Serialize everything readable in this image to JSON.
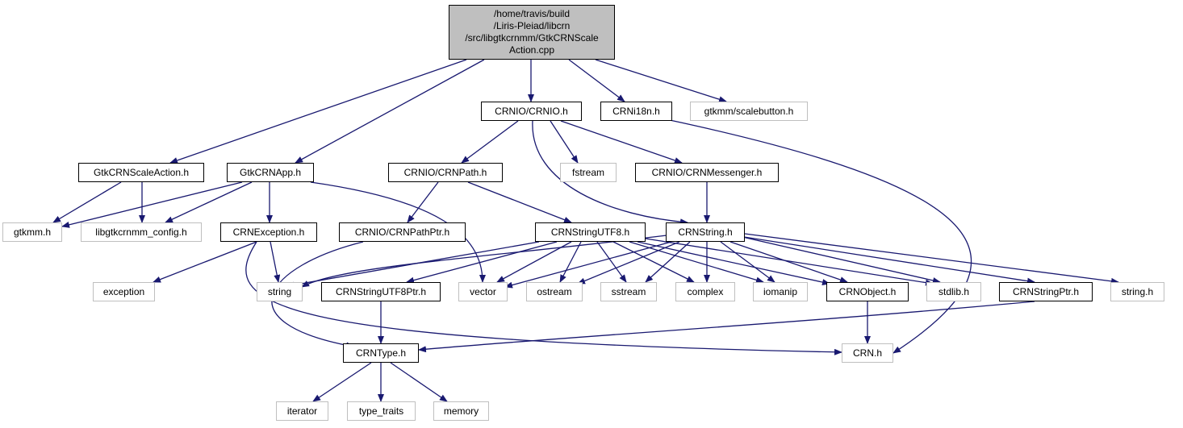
{
  "colors": {
    "edge": "#191970",
    "local_border": "#000000",
    "external_border": "#bfbfbf",
    "root_fill": "#bfbfbf"
  },
  "root": {
    "lines": [
      "/home/travis/build",
      "/Liris-Pleiad/libcrn",
      "/src/libgtkcrnmm/GtkCRNScale",
      "Action.cpp"
    ]
  },
  "nodes": {
    "crnio_h": "CRNIO/CRNIO.h",
    "crni18n_h": "CRNi18n.h",
    "gtkmm_scalebutton_h": "gtkmm/scalebutton.h",
    "gtkcrnscaleaction_h": "GtkCRNScaleAction.h",
    "gtkcrnapp_h": "GtkCRNApp.h",
    "crnpath_h": "CRNIO/CRNPath.h",
    "fstream": "fstream",
    "crnmessenger_h": "CRNIO/CRNMessenger.h",
    "gtkmm_h": "gtkmm.h",
    "libgtkcrnmm_config_h": "libgtkcrnmm_config.h",
    "crnexception_h": "CRNException.h",
    "crnpathptr_h": "CRNIO/CRNPathPtr.h",
    "crnstringutf8_h": "CRNStringUTF8.h",
    "crnstring_h": "CRNString.h",
    "exception": "exception",
    "string": "string",
    "crnstringutf8ptr_h": "CRNStringUTF8Ptr.h",
    "vector": "vector",
    "ostream": "ostream",
    "sstream": "sstream",
    "complex": "complex",
    "iomanip": "iomanip",
    "crnobject_h": "CRNObject.h",
    "stdlib_h": "stdlib.h",
    "crnstringptr_h": "CRNStringPtr.h",
    "string_h": "string.h",
    "crntype_h": "CRNType.h",
    "crn_h": "CRN.h",
    "iterator": "iterator",
    "type_traits": "type_traits",
    "memory": "memory"
  }
}
